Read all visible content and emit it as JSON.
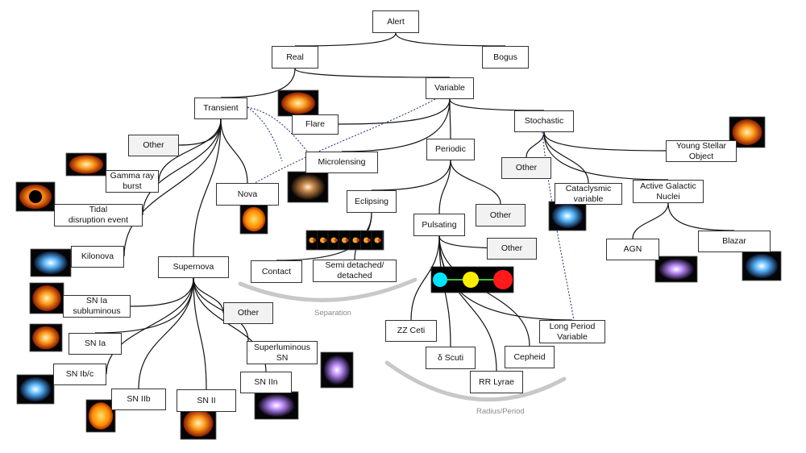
{
  "nodes": {
    "alert": "Alert",
    "real": "Real",
    "bogus": "Bogus",
    "transient": "Transient",
    "variable": "Variable",
    "flare": "Flare",
    "stochastic": "Stochastic",
    "other_transient": "Other",
    "gamma_ray_burst": "Gamma ray\nburst",
    "tidal_disruption_event": "Tidal\ndisruption event",
    "kilonova": "Kilonova",
    "nova": "Nova",
    "microlensing": "Microlensing",
    "periodic": "Periodic",
    "other_stochastic": "Other",
    "young_stellar_object": "Young Stellar\nObject",
    "cataclysmic_variable": "Cataclysmic\nvariable",
    "active_galactic_nuclei": "Active Galactic\nNuclei",
    "eclipsing": "Eclipsing",
    "other_periodic": "Other",
    "pulsating": "Pulsating",
    "other_pulsating": "Other",
    "contact": "Contact",
    "semi_detached": "Semi detached/\ndetached",
    "agn": "AGN",
    "blazar": "Blazar",
    "supernova": "Supernova",
    "sn_ia_subluminous": "SN Ia\nsubluminous",
    "sn_ia": "SN Ia",
    "other_supernova": "Other",
    "superluminous_sn": "Superluminous\nSN",
    "sn_ibc": "SN Ib/c",
    "sn_iib": "SN IIb",
    "sn_ii": "SN II",
    "sn_iin": "SN IIn",
    "zz_ceti": "ZZ Ceti",
    "delta_scuti": "δ Scuti",
    "rr_lyrae": "RR Lyrae",
    "cepheid": "Cepheid",
    "long_period_variable": "Long Period\nVariable"
  },
  "captions": {
    "separation": "Separation",
    "radius_period": "Radius/Period"
  },
  "colors": {
    "pulsation_dots": [
      "#00e5ff",
      "#ffee00",
      "#ff1a1a"
    ],
    "node_border": "#333333",
    "other_fill": "#f2f2f2"
  }
}
